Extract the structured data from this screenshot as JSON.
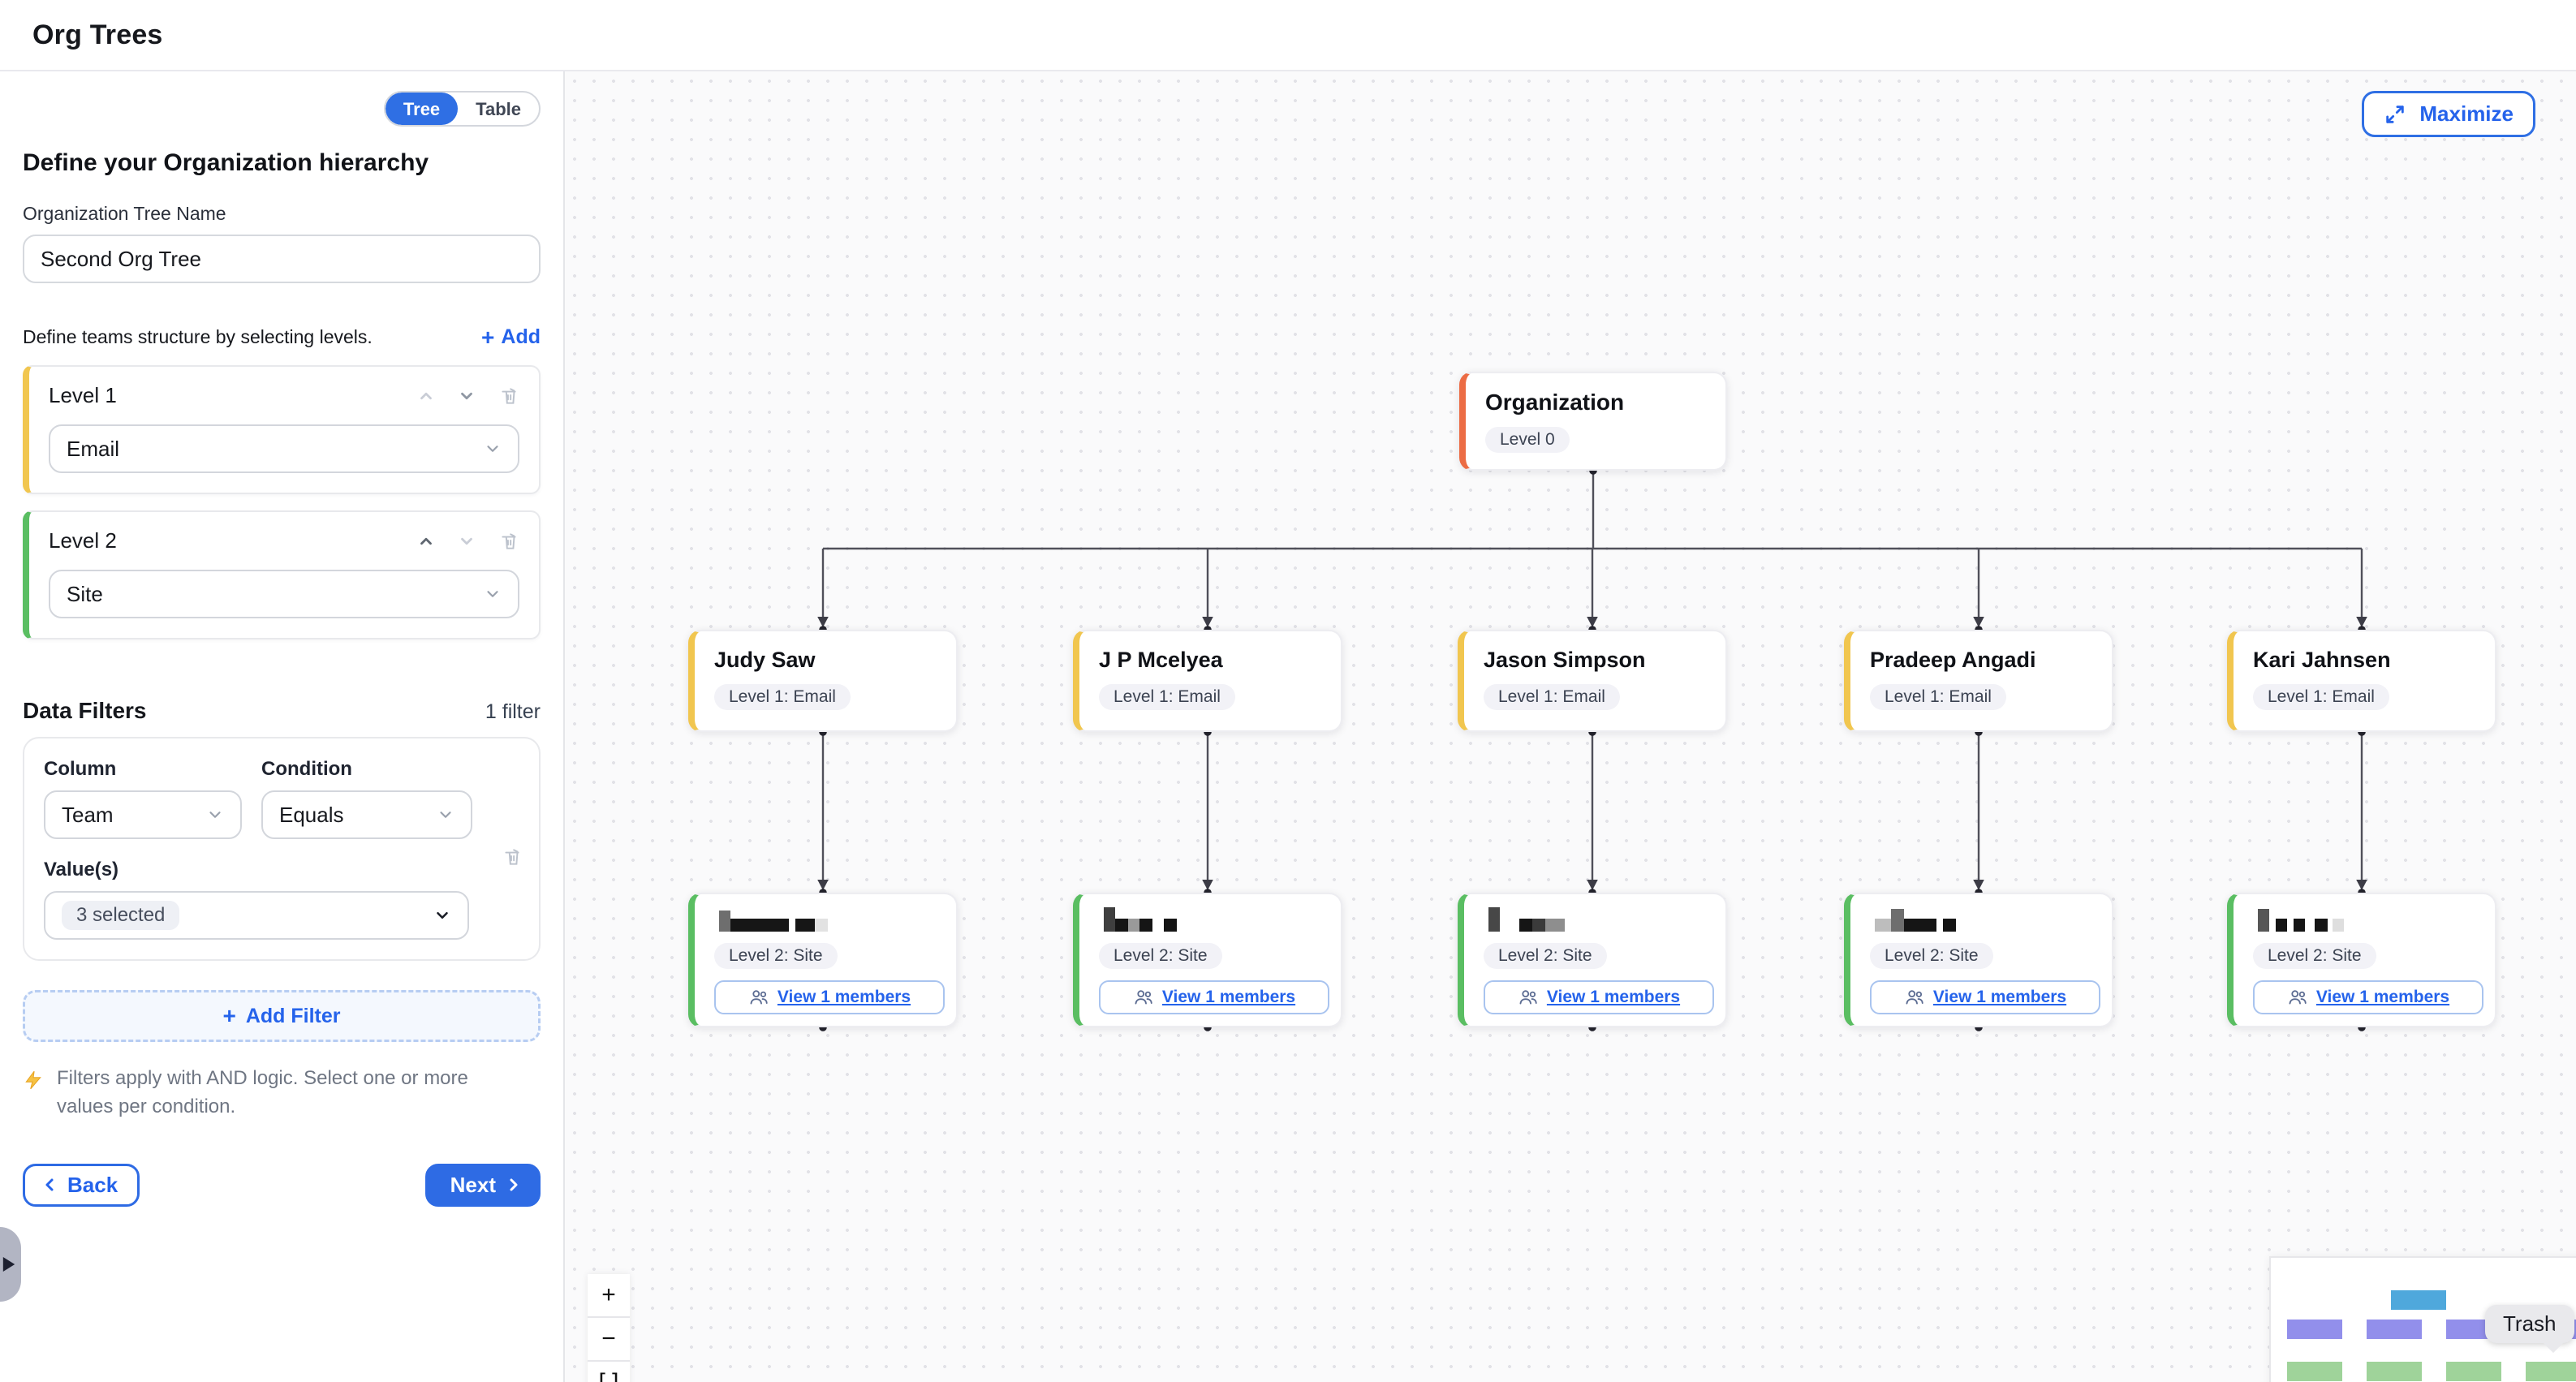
{
  "header": {
    "title": "Org Trees"
  },
  "sidebar": {
    "toggle": {
      "tree": "Tree",
      "table": "Table",
      "active": "Tree"
    },
    "heading": "Define your Organization hierarchy",
    "tree_name_label": "Organization Tree Name",
    "tree_name_value": "Second Org Tree",
    "levels_caption": "Define teams structure by selecting levels.",
    "add_label": "Add",
    "levels": [
      {
        "name": "Level 1",
        "value": "Email",
        "accent": "#F1C64F"
      },
      {
        "name": "Level 2",
        "value": "Site",
        "accent": "#5ABE62"
      }
    ],
    "filters": {
      "title": "Data Filters",
      "count": "1 filter",
      "column_label": "Column",
      "column_value": "Team",
      "condition_label": "Condition",
      "condition_value": "Equals",
      "values_label": "Value(s)",
      "values_value": "3 selected",
      "add_filter_label": "Add Filter",
      "note": "Filters apply with AND logic. Select one or more values per condition."
    },
    "back_label": "Back",
    "next_label": "Next"
  },
  "canvas": {
    "maximize_label": "Maximize",
    "zoom_in": "+",
    "zoom_out": "−",
    "fit_view": "[ ]",
    "tooltip": "Trash",
    "root": {
      "title": "Organization",
      "badge": "Level 0",
      "accent": "#EC6C44"
    },
    "level1_accent": "#F1C64F",
    "level2_accent": "#5ABE62",
    "level1": [
      {
        "title": "Judy Saw",
        "badge": "Level 1: Email"
      },
      {
        "title": "J P Mcelyea",
        "badge": "Level 1: Email"
      },
      {
        "title": "Jason Simpson",
        "badge": "Level 1: Email"
      },
      {
        "title": "Pradeep Angadi",
        "badge": "Level 1: Email"
      },
      {
        "title": "Kari Jahnsen",
        "badge": "Level 1: Email"
      }
    ],
    "level2": [
      {
        "badge": "Level 2: Site",
        "button": "View 1 members",
        "redaction": [
          [
            7,
            13,
            "#6e6e6e"
          ],
          [
            36,
            8,
            "#161616"
          ],
          [
            4,
            0,
            ""
          ],
          [
            12,
            8,
            "#161616"
          ],
          [
            8,
            8,
            "#e2e2e2"
          ]
        ]
      },
      {
        "badge": "Level 2: Site",
        "button": "View 1 members",
        "redaction": [
          [
            7,
            15,
            "#3f3f3f"
          ],
          [
            8,
            8,
            "#151515"
          ],
          [
            7,
            8,
            "#9a9a9a"
          ],
          [
            8,
            8,
            "#151515"
          ],
          [
            7,
            0,
            ""
          ],
          [
            8,
            8,
            "#151515"
          ]
        ]
      },
      {
        "badge": "Level 2: Site",
        "button": "View 1 members",
        "redaction": [
          [
            7,
            15,
            "#474747"
          ],
          [
            12,
            0,
            ""
          ],
          [
            8,
            8,
            "#151515"
          ],
          [
            8,
            8,
            "#3b3b3b"
          ],
          [
            12,
            8,
            "#8e8e8e"
          ]
        ]
      },
      {
        "badge": "Level 2: Site",
        "button": "View 1 members",
        "redaction": [
          [
            10,
            8,
            "#bdbdbd"
          ],
          [
            8,
            14,
            "#6e6e6e"
          ],
          [
            20,
            8,
            "#151515"
          ],
          [
            4,
            0,
            ""
          ],
          [
            8,
            8,
            "#151515"
          ]
        ]
      },
      {
        "badge": "Level 2: Site",
        "button": "View 1 members",
        "redaction": [
          [
            7,
            14,
            "#565656"
          ],
          [
            4,
            0,
            ""
          ],
          [
            7,
            8,
            "#151515"
          ],
          [
            4,
            0,
            ""
          ],
          [
            7,
            8,
            "#151515"
          ],
          [
            6,
            0,
            ""
          ],
          [
            8,
            8,
            "#151515"
          ],
          [
            3,
            0,
            ""
          ],
          [
            7,
            8,
            "#dedede"
          ]
        ]
      }
    ],
    "minimap": {
      "blue": "#4FA8DC",
      "purple": "#928FEB",
      "green": "#9FD39A"
    }
  }
}
